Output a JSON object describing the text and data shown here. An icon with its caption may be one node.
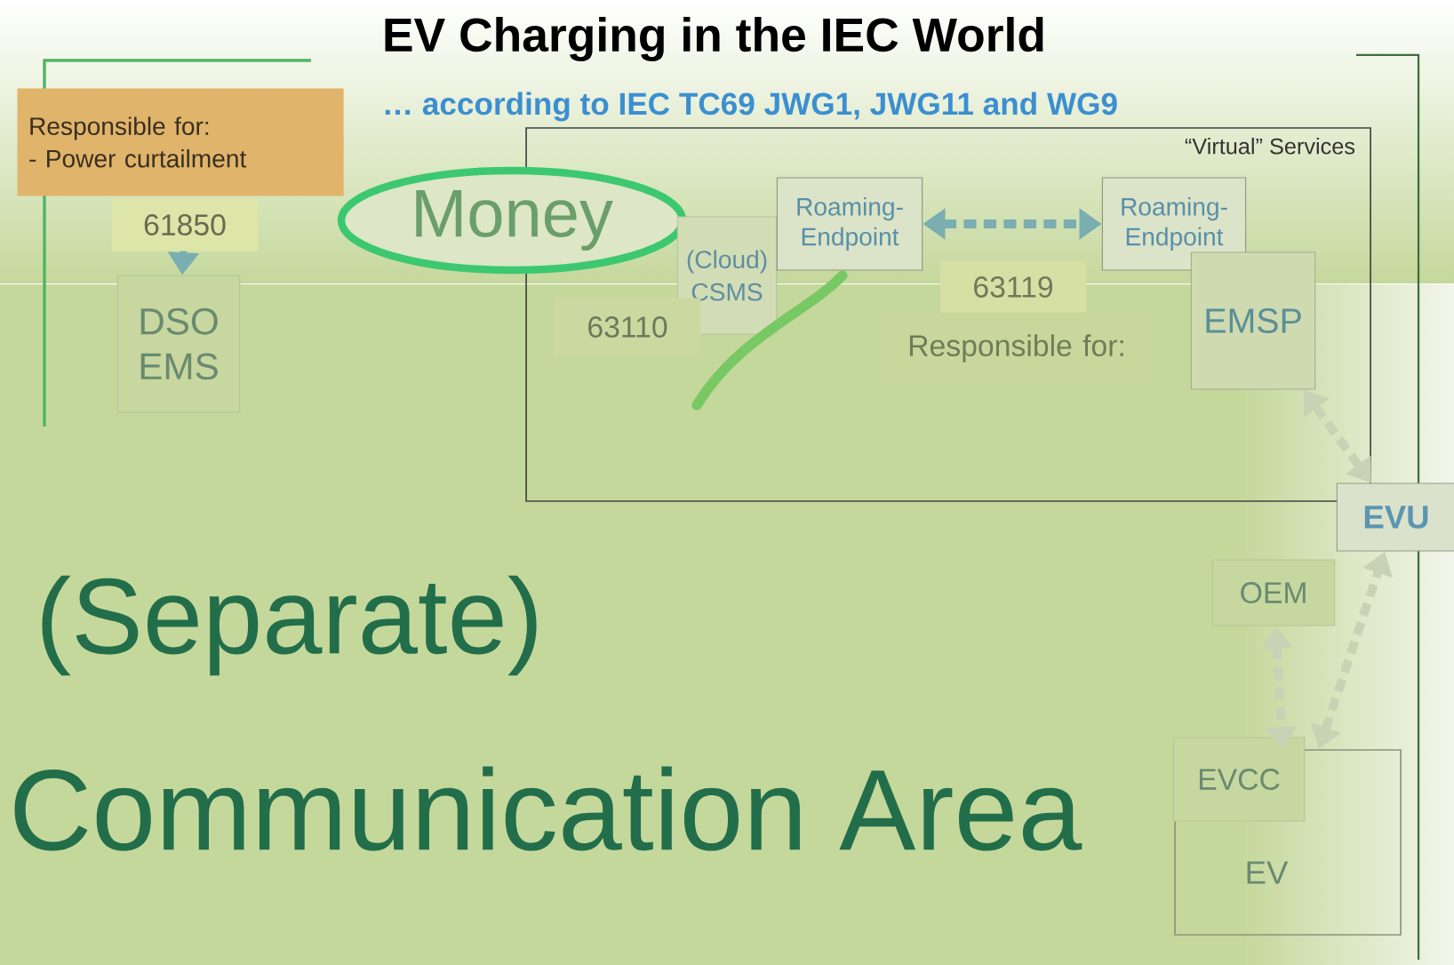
{
  "diagram": {
    "title": "EV Charging in the IEC World",
    "nodes": [
      {
        "text": [
          "Responsible for:",
          "- Power curtailment"
        ]
      },
      {
        "text": [
          "61850"
        ]
      },
      {
        "text": [
          "DSO EMS"
        ]
      },
      {
        "text": [
          "“Virtual” Services"
        ]
      },
      {
        "text": [
          "Money"
        ]
      },
      {
        "text": [
          "(Cloud) CSMS"
        ],
        "in": 3
      },
      {
        "text": [
          "Roaming-Endpoint"
        ],
        "in": 3
      },
      {
        "text": [
          "Roaming-Endpoint"
        ],
        "in": 3
      },
      {
        "text": [
          "63119"
        ],
        "in": 3
      },
      {
        "text": [
          "Responsible for:"
        ],
        "in": 3
      },
      {
        "text": [
          "63110"
        ],
        "in": 3
      },
      {
        "text": [
          "EMSP"
        ],
        "in": 3
      },
      {
        "text": [
          "EVU"
        ]
      },
      {
        "text": [
          "OEM"
        ]
      },
      {
        "text": [
          "EV"
        ]
      },
      {
        "text": [
          "EVCC"
        ],
        "in": 14
      }
    ],
    "edges": [
      {
        "from": 1,
        "to": 2,
        "arrow": "to",
        "color": "#7aaeb0"
      },
      {
        "from": 6,
        "to": 7,
        "arrow": "both",
        "style": "dashed",
        "color": "#7aaeb0"
      },
      {
        "from": 11,
        "to": 12,
        "arrow": "both",
        "style": "dashed"
      },
      {
        "from": 13,
        "to": 14,
        "arrow": "both",
        "style": "dashed"
      },
      {
        "from": 14,
        "to": 12,
        "arrow": "both",
        "style": "dashed"
      }
    ],
    "labels": [
      "… according to IEC TC69 JWG1, JWG11 and WG9",
      "(Separate)",
      "Communication Area"
    ]
  }
}
